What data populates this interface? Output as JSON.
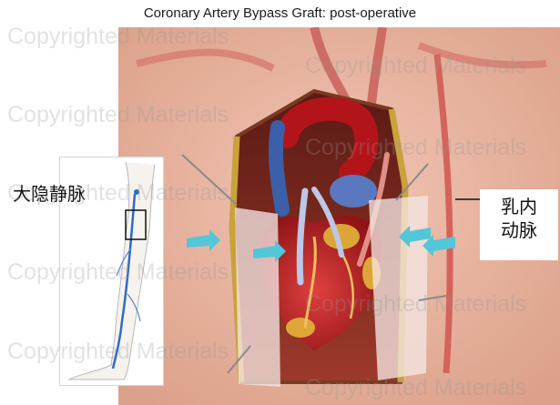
{
  "title": "Coronary Artery Bypass Graft: post-operative",
  "labels": {
    "vein": "大隐静脉",
    "artery": "乳内\n动脉"
  },
  "watermark": "Copyrighted Materials",
  "colors": {
    "skin": "#e8b19c",
    "skin_dark": "#c98872",
    "heart": "#c8262a",
    "heart_dark": "#8f1418",
    "fat": "#e3b53a",
    "vein_graft": "#bcc7e6",
    "aorta_blue": "#3b5fa8",
    "arrow": "#52c7d8",
    "drape": "#f1e4df"
  }
}
